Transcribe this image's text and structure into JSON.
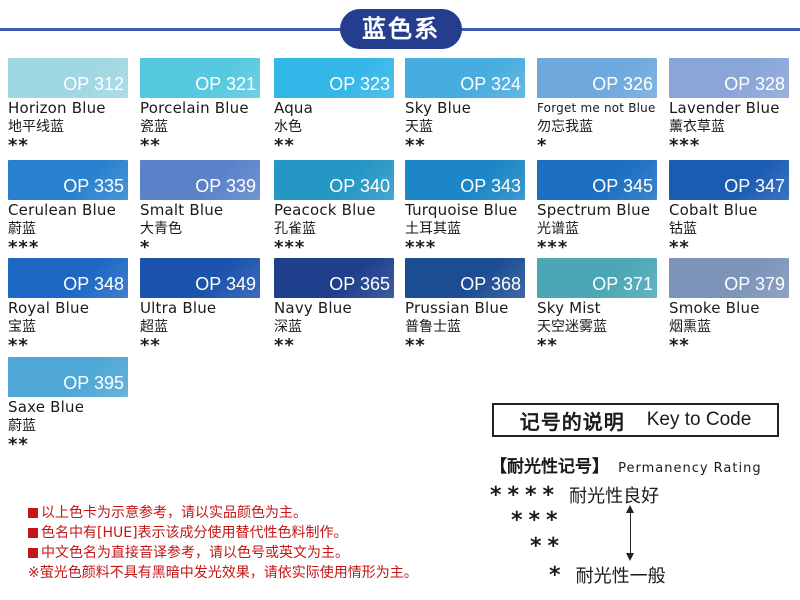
{
  "title": "蓝色系",
  "cards": [
    {
      "code": "OP 312",
      "en": "Horizon Blue",
      "cn": "地平线蓝",
      "stars": "**",
      "color": "#9fd7e2"
    },
    {
      "code": "OP 321",
      "en": "Porcelain Blue",
      "cn": "瓷蓝",
      "stars": "**",
      "color": "#56c8df"
    },
    {
      "code": "OP 323",
      "en": "Aqua",
      "cn": "水色",
      "stars": "**",
      "color": "#33b6e8"
    },
    {
      "code": "OP 324",
      "en": "Sky Blue",
      "cn": "天蓝",
      "stars": "**",
      "color": "#47acde"
    },
    {
      "code": "OP 326",
      "en": "Forget me not Blue",
      "cn": "勿忘我蓝",
      "stars": "*",
      "color": "#6ea8dc"
    },
    {
      "code": "OP 328",
      "en": "Lavender Blue",
      "cn": "薰衣草蓝",
      "stars": "***",
      "color": "#8aa5d8"
    },
    {
      "code": "OP 335",
      "en": "Cerulean Blue",
      "cn": "蔚蓝",
      "stars": "***",
      "color": "#2a81cf"
    },
    {
      "code": "OP 339",
      "en": "Smalt Blue",
      "cn": "大青色",
      "stars": "*",
      "color": "#5b82c9"
    },
    {
      "code": "OP 340",
      "en": "Peacock Blue",
      "cn": "孔雀蓝",
      "stars": "***",
      "color": "#2597c4"
    },
    {
      "code": "OP 343",
      "en": "Turquoise Blue",
      "cn": "土耳其蓝",
      "stars": "***",
      "color": "#1c86c6"
    },
    {
      "code": "OP 345",
      "en": "Spectrum Blue",
      "cn": "光谱蓝",
      "stars": "***",
      "color": "#1c6fc2"
    },
    {
      "code": "OP 347",
      "en": "Cobalt Blue",
      "cn": "钴蓝",
      "stars": "**",
      "color": "#1a5bb4"
    },
    {
      "code": "OP 348",
      "en": "Royal Blue",
      "cn": "宝蓝",
      "stars": "**",
      "color": "#1e68c3"
    },
    {
      "code": "OP 349",
      "en": "Ultra Blue",
      "cn": "超蓝",
      "stars": "**",
      "color": "#1c53ad"
    },
    {
      "code": "OP 365",
      "en": "Navy Blue",
      "cn": "深蓝",
      "stars": "**",
      "color": "#1f3f8c"
    },
    {
      "code": "OP 368",
      "en": "Prussian Blue",
      "cn": "普鲁士蓝",
      "stars": "**",
      "color": "#1c4d93"
    },
    {
      "code": "OP 371",
      "en": "Sky Mist",
      "cn": "天空迷雾蓝",
      "stars": "**",
      "color": "#4ba6b6"
    },
    {
      "code": "OP 379",
      "en": "Smoke Blue",
      "cn": "烟熏蓝",
      "stars": "**",
      "color": "#7b94b8"
    },
    {
      "code": "OP 395",
      "en": "Saxe Blue",
      "cn": "蔚蓝",
      "stars": "**",
      "color": "#4fa7d6"
    }
  ],
  "key": {
    "cn": "记号的说明",
    "en": "Key to Code"
  },
  "permanency": {
    "cn": "【耐光性记号】",
    "en": "Permanency Rating"
  },
  "ratings": [
    {
      "stars": "****",
      "label": "耐光性良好"
    },
    {
      "stars": "***",
      "label": ""
    },
    {
      "stars": "**",
      "label": ""
    },
    {
      "stars": "*",
      "label": "耐光性一般"
    }
  ],
  "notes": [
    "以上色卡为示意参考，请以实品颜色为主。",
    "色名中有[HUE]表示该成分使用替代性色料制作。",
    "中文色名为直接音译参考，请以色号或英文为主。",
    "※萤光色颜料不具有黑暗中发光效果，请依实际使用情形为主。"
  ]
}
